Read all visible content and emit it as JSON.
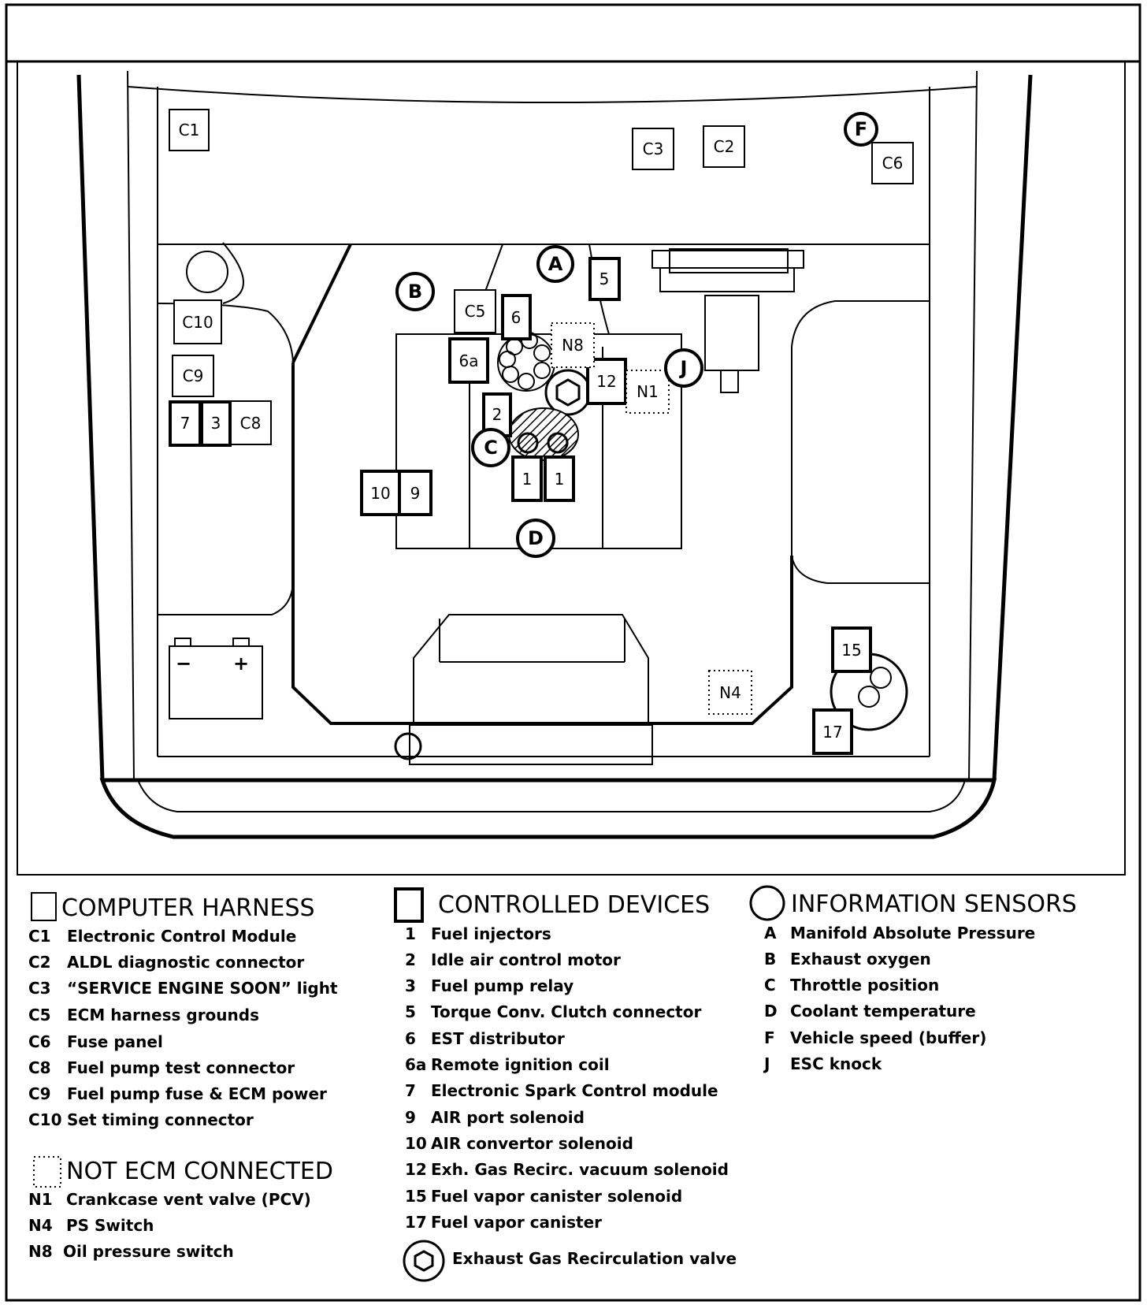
{
  "components": {
    "C1": "C1",
    "C2": "C2",
    "C3": "C3",
    "C5": "C5",
    "C6": "C6",
    "C8": "C8",
    "C9": "C9",
    "C10": "C10",
    "d1a": "1",
    "d1b": "1",
    "d2": "2",
    "d3": "3",
    "d5": "5",
    "d6": "6",
    "d6a": "6a",
    "d7": "7",
    "d9": "9",
    "d10": "10",
    "d12": "12",
    "d15": "15",
    "d17": "17",
    "N1": "N1",
    "N4": "N4",
    "N8": "N8",
    "sA": "A",
    "sB": "B",
    "sC": "C",
    "sD": "D",
    "sF": "F",
    "sJ": "J"
  },
  "battery": {
    "minus": "−",
    "plus": "+"
  },
  "legend": {
    "computer_harness": {
      "title": "COMPUTER HARNESS",
      "items": [
        {
          "code": "C1",
          "text": "Electronic Control Module"
        },
        {
          "code": "C2",
          "text": "ALDL diagnostic connector"
        },
        {
          "code": "C3",
          "text": "“SERVICE ENGINE SOON” light"
        },
        {
          "code": "C5",
          "text": "ECM harness grounds"
        },
        {
          "code": "C6",
          "text": "Fuse panel"
        },
        {
          "code": "C8",
          "text": "Fuel pump test connector"
        },
        {
          "code": "C9",
          "text": "Fuel pump fuse  & ECM power"
        },
        {
          "code": "C10",
          "text": "Set timing connector"
        }
      ]
    },
    "not_ecm": {
      "title": "NOT ECM CONNECTED",
      "items": [
        {
          "code": "N1",
          "text": "Crankcase vent valve (PCV)"
        },
        {
          "code": "N4",
          "text": "PS Switch"
        },
        {
          "code": "N8",
          "text": "Oil pressure switch"
        }
      ]
    },
    "controlled_devices": {
      "title": "CONTROLLED DEVICES",
      "items": [
        {
          "code": "1",
          "text": "Fuel injectors"
        },
        {
          "code": "2",
          "text": "Idle air control motor"
        },
        {
          "code": "3",
          "text": "Fuel pump relay"
        },
        {
          "code": "5",
          "text": "Torque Conv. Clutch connector"
        },
        {
          "code": "6",
          "text": "EST distributor"
        },
        {
          "code": "6a",
          "text": "Remote ignition coil"
        },
        {
          "code": "7",
          "text": "Electronic Spark Control module"
        },
        {
          "code": "9",
          "text": "AIR port solenoid"
        },
        {
          "code": "10",
          "text": "AIR convertor solenoid"
        },
        {
          "code": "12",
          "text": "Exh. Gas Recirc. vacuum solenoid"
        },
        {
          "code": "15",
          "text": "Fuel vapor canister solenoid"
        },
        {
          "code": "17",
          "text": "Fuel vapor canister"
        }
      ],
      "egr_text": "Exhaust Gas Recirculation valve"
    },
    "information_sensors": {
      "title": "INFORMATION SENSORS",
      "items": [
        {
          "code": "A",
          "text": "Manifold Absolute Pressure"
        },
        {
          "code": "B",
          "text": "Exhaust oxygen"
        },
        {
          "code": "C",
          "text": "Throttle position"
        },
        {
          "code": "D",
          "text": "Coolant temperature"
        },
        {
          "code": "F",
          "text": "Vehicle speed (buffer)"
        },
        {
          "code": "J",
          "text": "ESC knock"
        }
      ]
    }
  }
}
